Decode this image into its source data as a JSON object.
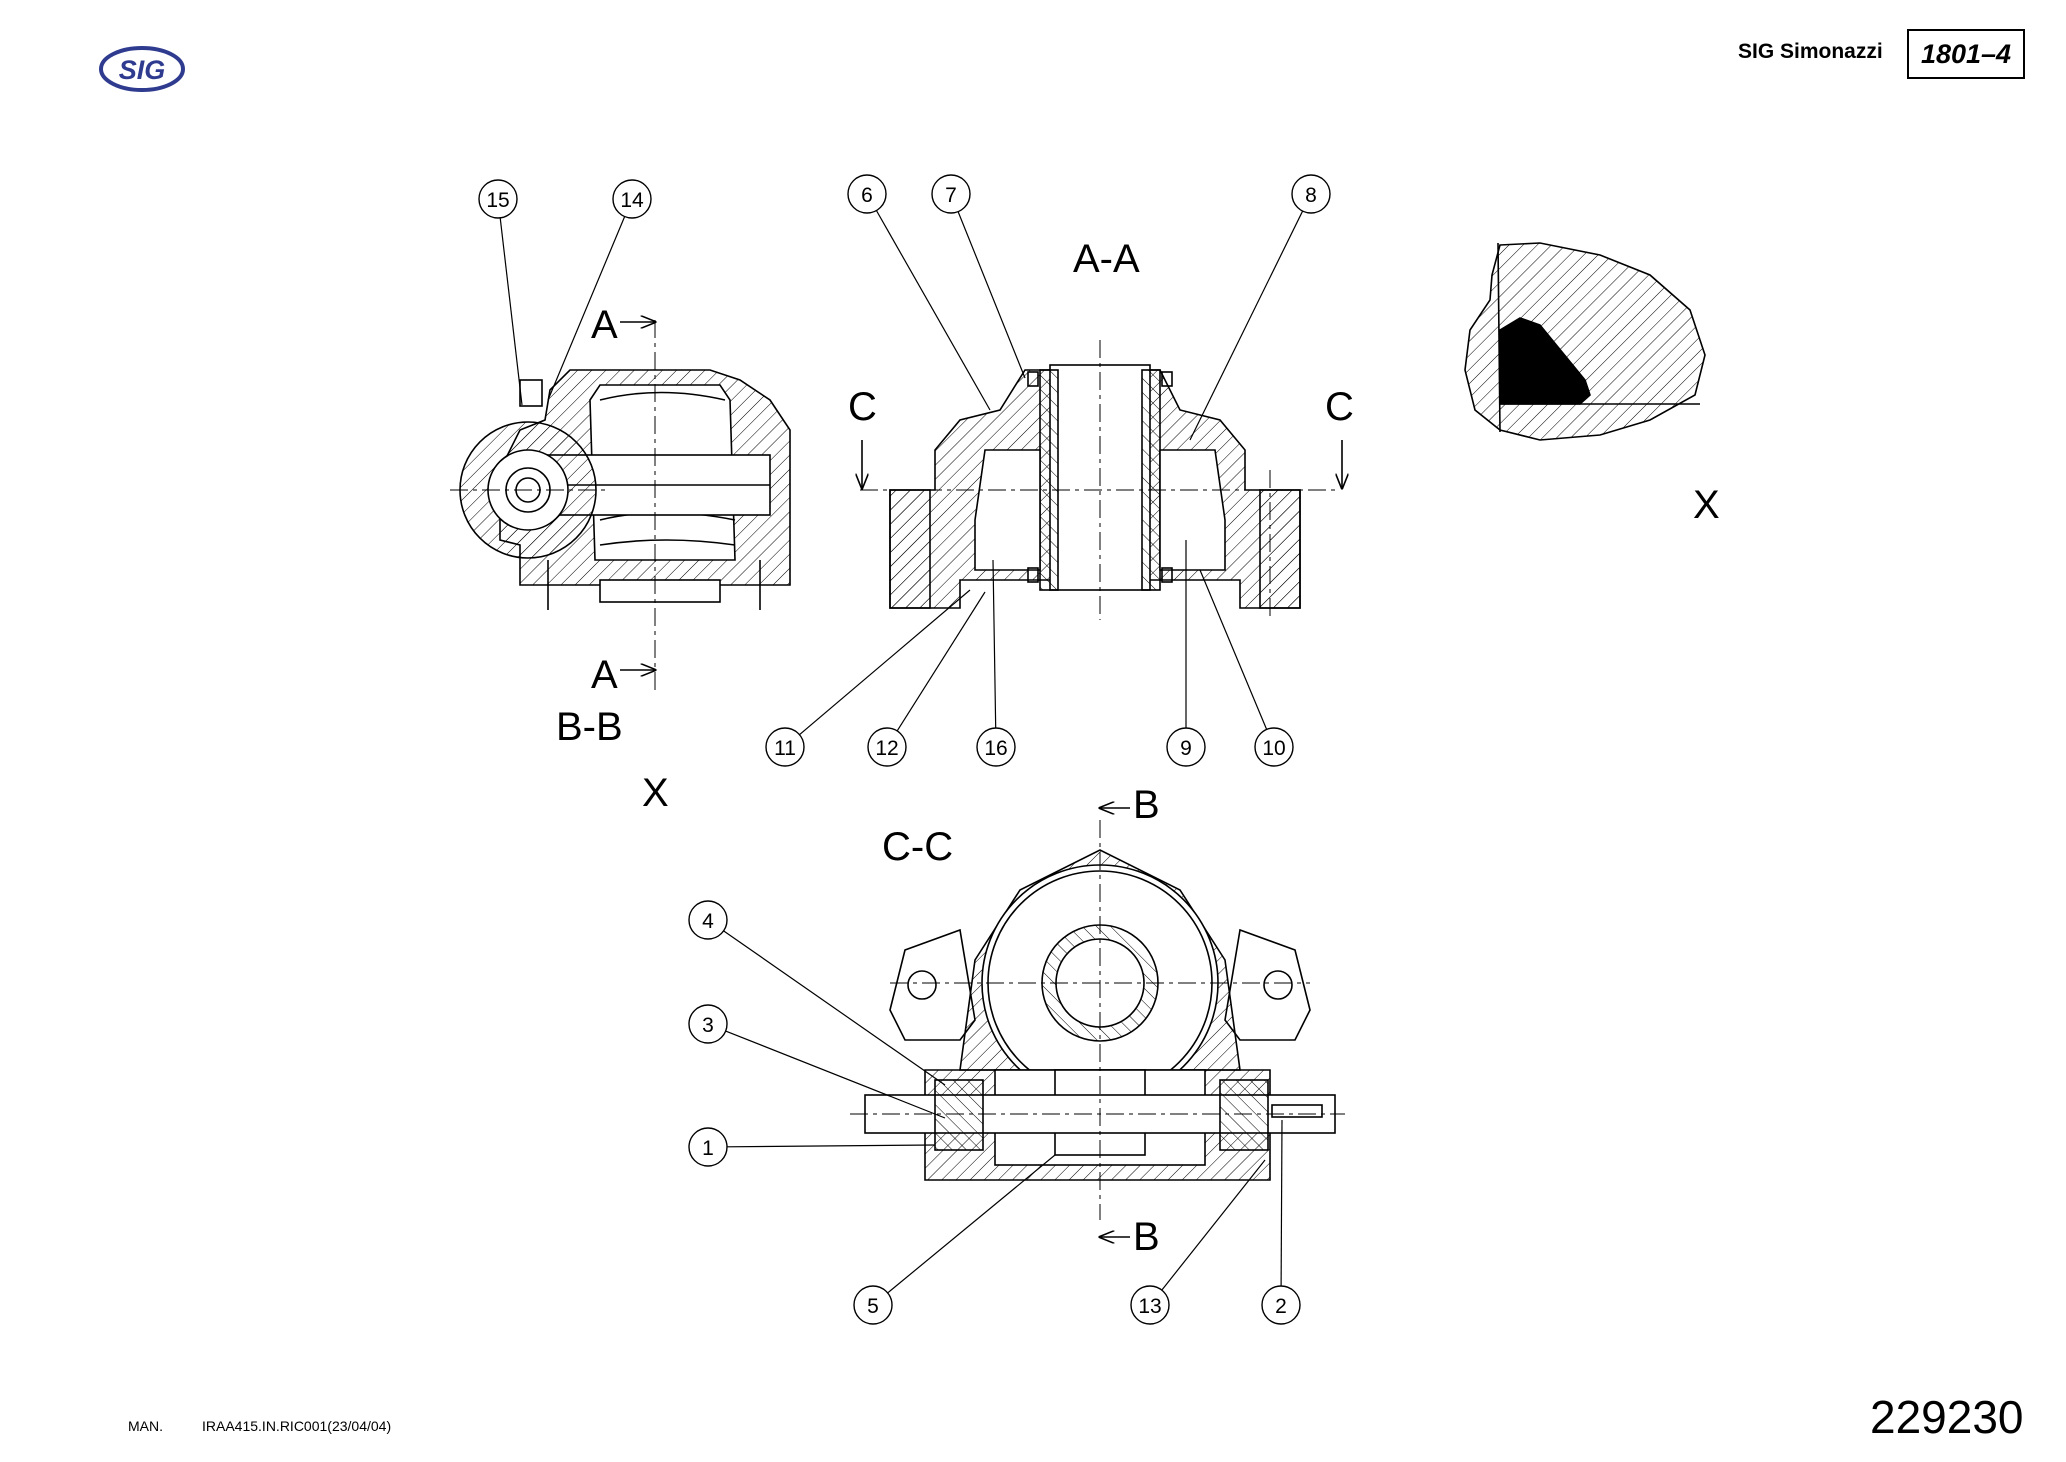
{
  "header": {
    "logo_text": "SIG",
    "brand": "SIG Simonazzi",
    "page_code": "1801–4"
  },
  "footer": {
    "man_label": "MAN.",
    "ref": "IRAA415.IN.RIC001(23/04/04)",
    "doc_number": "229230"
  },
  "views": {
    "section_bb": "B-B",
    "section_aa": "A-A",
    "section_cc": "C-C",
    "detail_x": "X",
    "cut_a": "A",
    "cut_b": "B",
    "cut_c": "C"
  },
  "callouts": [
    "1",
    "2",
    "3",
    "4",
    "5",
    "6",
    "7",
    "8",
    "9",
    "10",
    "11",
    "12",
    "13",
    "14",
    "15",
    "16"
  ],
  "colors": {
    "line": "#000000",
    "logo": "#2f3b8f"
  }
}
